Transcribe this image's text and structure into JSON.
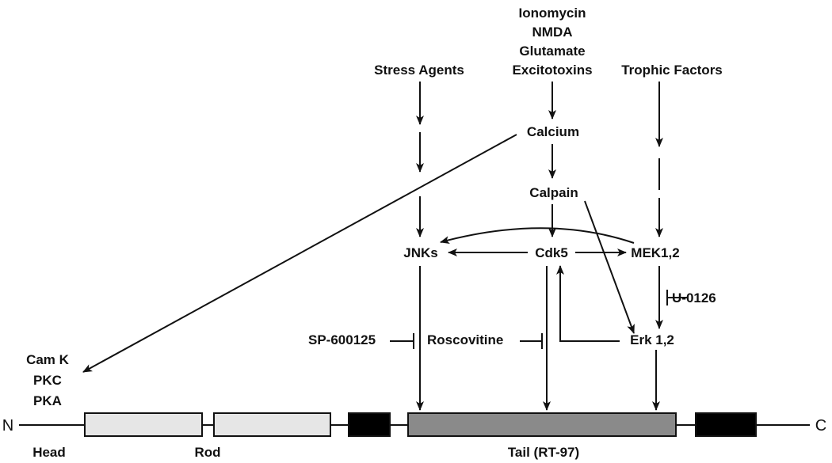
{
  "inputs": {
    "stress_agents": "Stress Agents",
    "ionomycin": "Ionomycin",
    "nmda": "NMDA",
    "glutamate": "Glutamate",
    "excitotoxins": "Excitotoxins",
    "trophic_factors": "Trophic Factors"
  },
  "nodes": {
    "calcium": "Calcium",
    "calpain": "Calpain",
    "jnks": "JNKs",
    "cdk5": "Cdk5",
    "mek": "MEK1,2",
    "erk": "Erk 1,2"
  },
  "inhibitors": {
    "u0126": "U-0126",
    "sp600125": "SP-600125",
    "roscovitine": "Roscovitine"
  },
  "kinases": {
    "camk": "Cam K",
    "pkc": "PKC",
    "pka": "PKA"
  },
  "protein": {
    "n_term": "N",
    "c_term": "C",
    "head": "Head",
    "rod": "Rod",
    "tail": "Tail (RT-97)"
  },
  "colors": {
    "line": "#111111",
    "rod_fill": "#e6e6e6",
    "tail_fill": "#8a8a8a",
    "block_fill": "#000000"
  }
}
